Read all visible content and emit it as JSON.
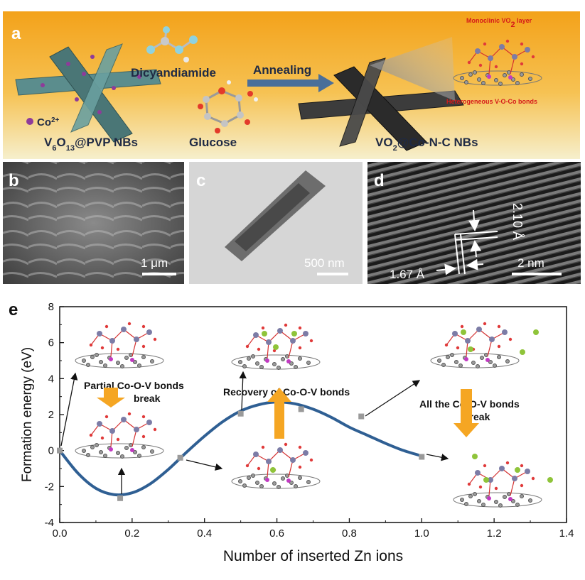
{
  "panel_a": {
    "letter": "a",
    "label_precursor": "V6O13@PVP NBs",
    "label_co": "Co2+",
    "label_dicyandiamide": "Dicyandiamide",
    "label_glucose": "Glucose",
    "label_annealing": "Annealing",
    "label_product": "VO2@Co-N-C NBs",
    "label_monoclinic": "Monoclinic VO2 layer",
    "label_heterogeneous": "Heterogeneous V-O-Co bonds",
    "colors": {
      "band_top": "#f3a21a",
      "band_bottom": "#f5eec8",
      "red_text": "#d51a1a"
    }
  },
  "panel_b": {
    "letter": "b",
    "scale": "1 μm"
  },
  "panel_c": {
    "letter": "c",
    "scale": "500 nm"
  },
  "panel_d": {
    "letter": "d",
    "scale": "2 nm",
    "spacing_1": "2.10 Å",
    "spacing_2": "1.67 Å"
  },
  "panel_e": {
    "letter": "e",
    "annotations": {
      "partial_line1": "Partial Co-O-V bonds",
      "partial_line2": "break",
      "recovery": "Recovery of Co-O-V bonds",
      "all_line1": "All the Co-O-V bonds",
      "all_line2": "break"
    },
    "colors": {
      "curve": "#2f5f93",
      "marker": "#9a9a9a",
      "arrow": "#f5a623"
    }
  },
  "chart_data": {
    "type": "scatter",
    "xlabel": "Number of inserted Zn ions",
    "ylabel": "Formation energy (eV)",
    "xlim": [
      0.0,
      1.4
    ],
    "ylim": [
      -4,
      8
    ],
    "xticks": [
      "0.0",
      "0.2",
      "0.4",
      "0.6",
      "0.8",
      "1.0",
      "1.2",
      "1.4"
    ],
    "yticks": [
      "-4",
      "-2",
      "0",
      "2",
      "4",
      "6",
      "8"
    ],
    "points": {
      "x": [
        0.0,
        0.167,
        0.333,
        0.5,
        0.667,
        0.833,
        1.0
      ],
      "y": [
        0.0,
        -2.65,
        -0.4,
        2.05,
        2.3,
        1.9,
        -0.35
      ]
    },
    "fit": {
      "x": [
        0.0,
        0.05,
        0.1,
        0.15,
        0.2,
        0.25,
        0.3,
        0.35,
        0.4,
        0.45,
        0.5,
        0.55,
        0.6,
        0.65,
        0.7,
        0.75,
        0.8,
        0.85,
        0.9,
        0.95,
        1.0
      ],
      "y": [
        0.0,
        -1.25,
        -2.1,
        -2.45,
        -2.35,
        -1.85,
        -1.05,
        -0.1,
        0.8,
        1.6,
        2.2,
        2.55,
        2.7,
        2.6,
        2.3,
        1.85,
        1.3,
        0.85,
        0.4,
        0.0,
        -0.3
      ]
    },
    "grid": false,
    "legend": "none"
  }
}
